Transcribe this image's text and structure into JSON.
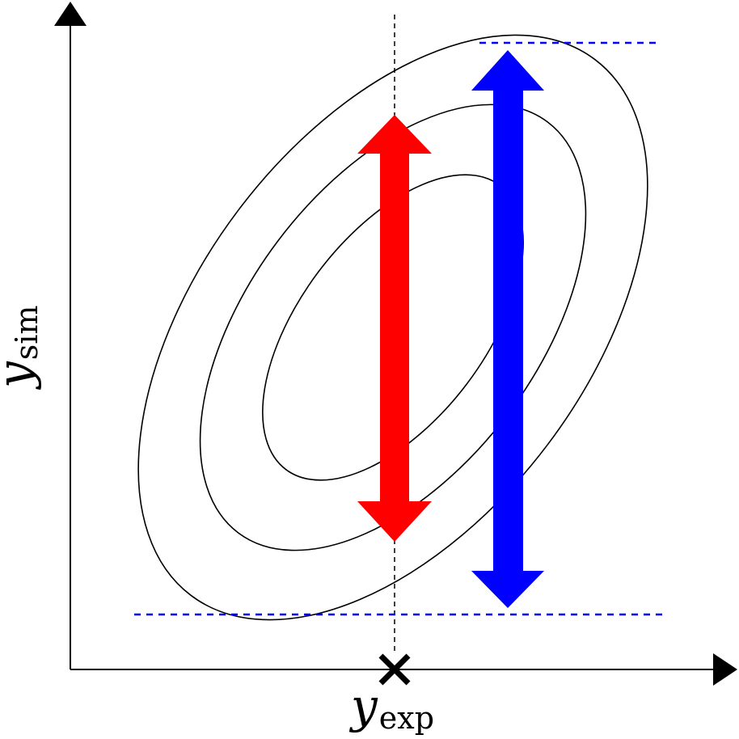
{
  "colors": {
    "axis": "#000000",
    "ellipse": "#000000",
    "guide": "#000000",
    "red_arrow": "#ff0000",
    "blue_arrow": "#0000ff",
    "blue_dashed": "#0000ff",
    "marker": "#000000"
  },
  "labels": {
    "x_axis": {
      "symbol": "y",
      "subscript": "exp"
    },
    "y_axis": {
      "symbol": "y",
      "subscript": "sim"
    }
  },
  "icons": {
    "x_axis_arrowhead": "triangle-right",
    "y_axis_arrowhead": "triangle-up",
    "experimental_marker": "x-cross",
    "red_arrow": "double-headed-arrow",
    "blue_arrow": "double-headed-arrow"
  }
}
